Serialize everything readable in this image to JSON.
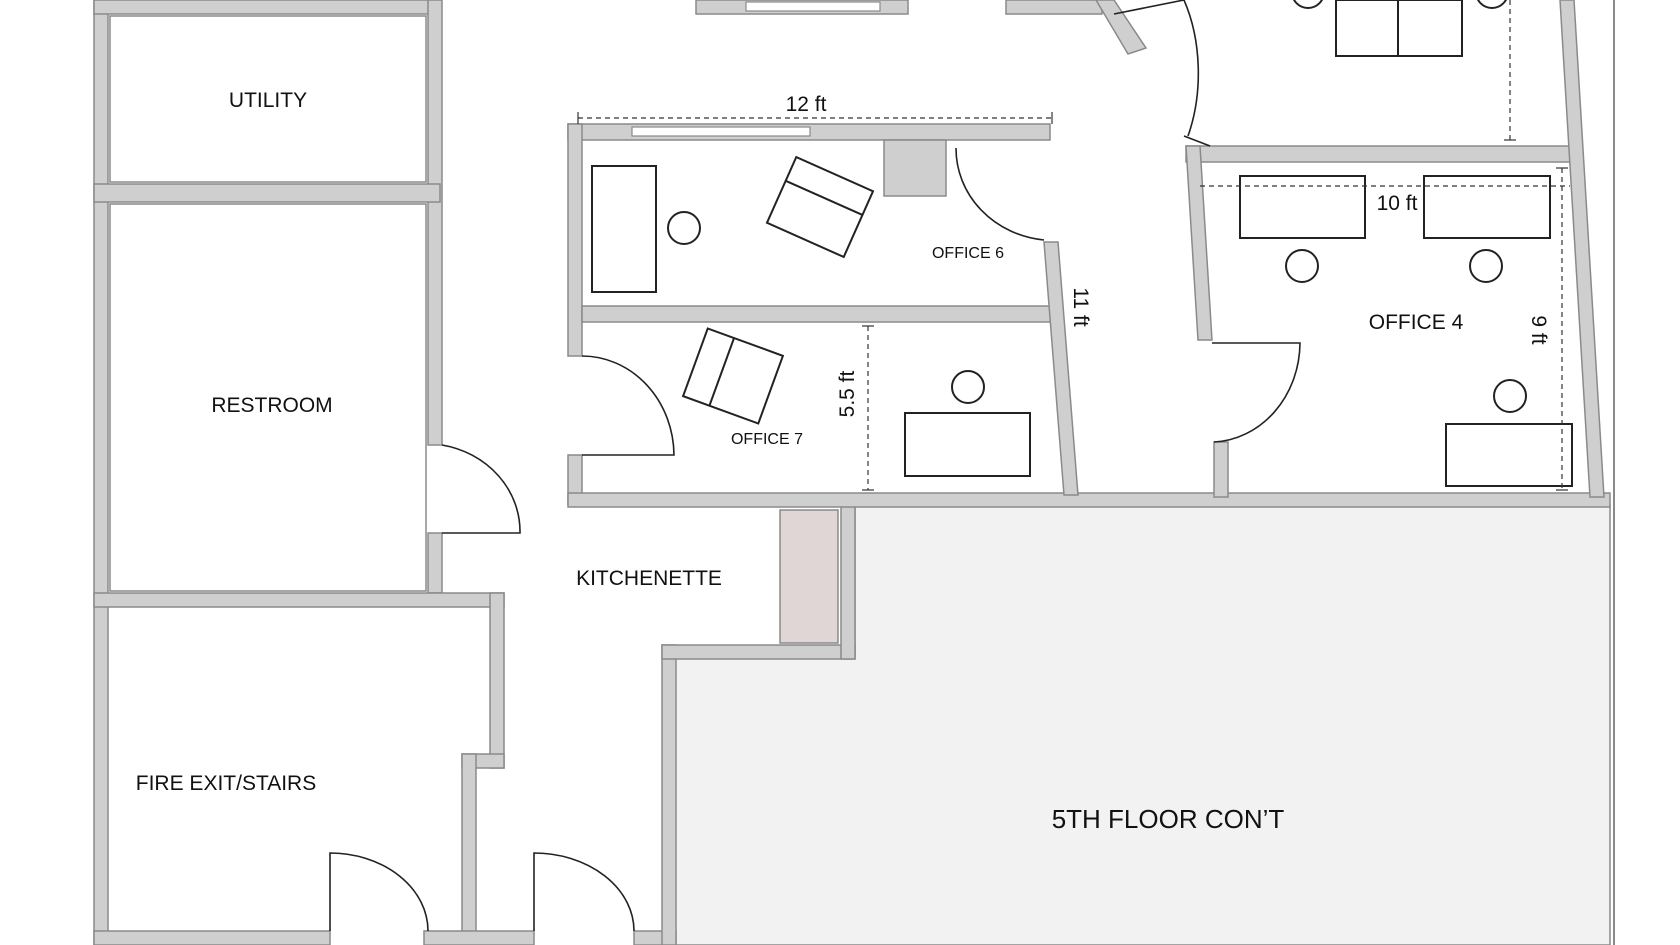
{
  "rooms": {
    "utility": "UTILITY",
    "restroom": "RESTROOM",
    "fire_exit": "FIRE EXIT/STAIRS",
    "kitchenette": "KITCHENETTE",
    "office6": "OFFICE 6",
    "office7": "OFFICE 7",
    "office4": "OFFICE 4",
    "floor_cont": "5TH FLOOR CON’T"
  },
  "dimensions": {
    "office6_width": "12 ft",
    "office6_depth": "11 ft",
    "office7_depth": "5.5 ft",
    "office4_width": "10 ft",
    "office4_depth": "9 ft"
  },
  "colors": {
    "wall": "#cfcfcf",
    "floor_cont": "#f2f2f2",
    "cabinet": "#e0d6d6"
  }
}
